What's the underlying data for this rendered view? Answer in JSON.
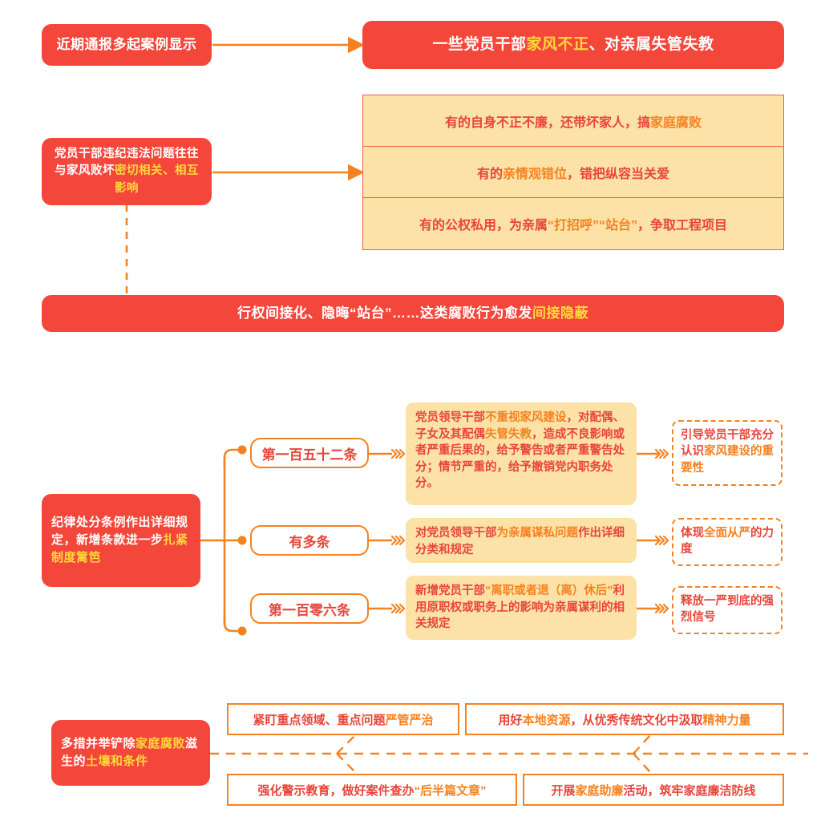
{
  "theme": {
    "red": "#F4473B",
    "orange": "#F58220",
    "deep_orange": "#E8643C",
    "red_text": "#E8453A",
    "cream": "#FCE2A6",
    "yellow_hl": "#FFD93B",
    "white": "#FFFFFF"
  },
  "section1": {
    "source_label": "近期通报多起案例显示",
    "headline": {
      "part1": "一些党员干部",
      "highlight": "家风不正",
      "part2": "、对亲属失管失教"
    }
  },
  "section2": {
    "left_label": {
      "part1": "党员干部违纪违法问题往往与家风败坏",
      "highlight": "密切相关、相互影响"
    },
    "rows": [
      {
        "part1": "有的自身不正不廉，还带坏家人，搞",
        "highlight": "家庭腐败",
        "part2": ""
      },
      {
        "part1": "有的",
        "highlight": "亲情观错位",
        "part2": "，错把纵容当关爱"
      },
      {
        "part1": "有的公权私用，为亲属",
        "highlight": "“打招呼”“站台”",
        "part2": "，争取工程项目"
      }
    ],
    "banner": {
      "part1": "行权间接化、隐晦“站台”……这类腐败行为愈发",
      "highlight": "间接隐蔽"
    }
  },
  "section3": {
    "left_label": {
      "part1": "纪律处分条例作出详细规定，新增条款进一步",
      "highlight": "扎紧制度篱笆"
    },
    "branches": [
      {
        "pill": "第一百五十二条",
        "detail": {
          "seg": [
            {
              "t": "党员领导干部",
              "hl": false
            },
            {
              "t": "不重视家风建设",
              "hl": true
            },
            {
              "t": "，对配偶、子女及其配偶",
              "hl": false
            },
            {
              "t": "失管失教",
              "hl": true
            },
            {
              "t": "，造成不良影响或者严重后果的，给予警告或者严重警告处分；情节严重的，给予撤销党内职务处分。",
              "hl": false
            }
          ]
        },
        "outcome": {
          "seg": [
            {
              "t": "引导党员干部充分认识",
              "hl": false
            },
            {
              "t": "家风建设的重要性",
              "hl": true
            }
          ]
        }
      },
      {
        "pill": "有多条",
        "detail": {
          "seg": [
            {
              "t": "对党员领导干部",
              "hl": false
            },
            {
              "t": "为亲属谋私问题",
              "hl": true
            },
            {
              "t": "作出详细分类和规定",
              "hl": false
            }
          ]
        },
        "outcome": {
          "seg": [
            {
              "t": "体现",
              "hl": false
            },
            {
              "t": "全面从严",
              "hl": true
            },
            {
              "t": "的力度",
              "hl": false
            }
          ]
        }
      },
      {
        "pill": "第一百零六条",
        "detail": {
          "seg": [
            {
              "t": "新增党员干部",
              "hl": false
            },
            {
              "t": "“离职或者退（离）休后”",
              "hl": true
            },
            {
              "t": "利用原职权或职务上的影响为亲属谋利的相关规定",
              "hl": false
            }
          ]
        },
        "outcome": {
          "seg": [
            {
              "t": "释放一严到底",
              "hl": false
            },
            {
              "t": "",
              "hl": true
            },
            {
              "t": "的强烈信号",
              "hl": false
            }
          ]
        }
      }
    ]
  },
  "section4": {
    "left_label": {
      "part1": "多措并举铲除",
      "highlight1": "家庭腐败",
      "part2": "滋生的",
      "highlight2": "土壤和条件"
    },
    "measures": [
      {
        "part1": "紧盯重点领域、重点问题",
        "highlight": "严管严治",
        "part2": ""
      },
      {
        "part1": "用好",
        "highlight": "本地资源",
        "part2": "，从优秀传统文化中汲取",
        "highlight2": "精神力量"
      },
      {
        "part1": "强化警示教育，做好案件查办",
        "highlight": "“后半篇文章”",
        "part2": ""
      },
      {
        "part1": "开展",
        "highlight": "家庭助廉",
        "part2": "活动，筑牢家庭廉洁防线"
      }
    ]
  },
  "icons": {
    "arrow_right": "arrow-right-icon",
    "triple_chevron": "triple-chevron-icon",
    "branch_node": "branch-node-dot"
  }
}
